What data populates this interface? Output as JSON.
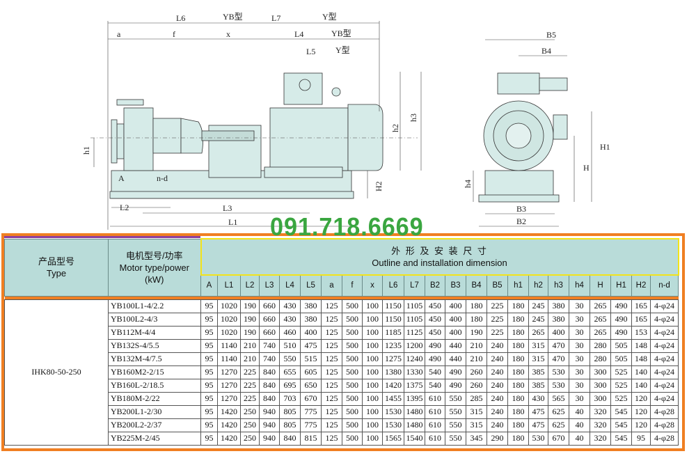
{
  "drawing": {
    "labels": {
      "L6": "L6",
      "yb1": "YB型",
      "L7": "L7",
      "y1": "Y型",
      "a": "a",
      "f": "f",
      "x": "x",
      "L4": "L4",
      "yb2": "YB型",
      "L5": "L5",
      "y2": "Y型",
      "h1": "h1",
      "h2": "h2",
      "h3": "h3",
      "A": "A",
      "nd": "n-d",
      "H2": "H2",
      "L2": "L2",
      "L3": "L3",
      "L1": "L1",
      "B5": "B5",
      "B4": "B4",
      "h4": "h4",
      "H1": "H1",
      "H": "H",
      "B3": "B3",
      "B2": "B2"
    }
  },
  "watermark_phone": "091.718.6669",
  "table": {
    "header": {
      "type_cn": "产品型号",
      "type_en": "Type",
      "motor_cn": "电机型号/功率",
      "motor_en": "Motor type/power",
      "motor_unit": "(kW)",
      "dims_cn": "外 形 及 安 装 尺 寸",
      "dims_en": "Outline and installation dimension",
      "columns": [
        "A",
        "L1",
        "L2",
        "L3",
        "L4",
        "L5",
        "a",
        "f",
        "x",
        "L6",
        "L7",
        "B2",
        "B3",
        "B4",
        "B5",
        "h1",
        "h2",
        "h3",
        "h4",
        "H",
        "H1",
        "H2",
        "n-d"
      ]
    },
    "product_type": "IHK80-50-250",
    "rows": [
      {
        "motor": "YB100L1-4/2.2",
        "v": [
          "95",
          "1020",
          "190",
          "660",
          "430",
          "380",
          "125",
          "500",
          "100",
          "1150",
          "1105",
          "450",
          "400",
          "180",
          "225",
          "180",
          "245",
          "380",
          "30",
          "265",
          "490",
          "165",
          "4-φ24"
        ]
      },
      {
        "motor": "YB100L2-4/3",
        "v": [
          "95",
          "1020",
          "190",
          "660",
          "430",
          "380",
          "125",
          "500",
          "100",
          "1150",
          "1105",
          "450",
          "400",
          "180",
          "225",
          "180",
          "245",
          "380",
          "30",
          "265",
          "490",
          "165",
          "4-φ24"
        ]
      },
      {
        "motor": "YB112M-4/4",
        "v": [
          "95",
          "1020",
          "190",
          "660",
          "460",
          "400",
          "125",
          "500",
          "100",
          "1185",
          "1125",
          "450",
          "400",
          "190",
          "225",
          "180",
          "265",
          "400",
          "30",
          "265",
          "490",
          "153",
          "4-φ24"
        ]
      },
      {
        "motor": "YB132S-4/5.5",
        "v": [
          "95",
          "1140",
          "210",
          "740",
          "510",
          "475",
          "125",
          "500",
          "100",
          "1235",
          "1200",
          "490",
          "440",
          "210",
          "240",
          "180",
          "315",
          "470",
          "30",
          "280",
          "505",
          "148",
          "4-φ24"
        ]
      },
      {
        "motor": "YB132M-4/7.5",
        "v": [
          "95",
          "1140",
          "210",
          "740",
          "550",
          "515",
          "125",
          "500",
          "100",
          "1275",
          "1240",
          "490",
          "440",
          "210",
          "240",
          "180",
          "315",
          "470",
          "30",
          "280",
          "505",
          "148",
          "4-φ24"
        ]
      },
      {
        "motor": "YB160M2-2/15",
        "v": [
          "95",
          "1270",
          "225",
          "840",
          "655",
          "605",
          "125",
          "500",
          "100",
          "1380",
          "1330",
          "540",
          "490",
          "260",
          "240",
          "180",
          "385",
          "530",
          "30",
          "300",
          "525",
          "140",
          "4-φ24"
        ]
      },
      {
        "motor": "YB160L-2/18.5",
        "v": [
          "95",
          "1270",
          "225",
          "840",
          "695",
          "650",
          "125",
          "500",
          "100",
          "1420",
          "1375",
          "540",
          "490",
          "260",
          "240",
          "180",
          "385",
          "530",
          "30",
          "300",
          "525",
          "140",
          "4-φ24"
        ]
      },
      {
        "motor": "YB180M-2/22",
        "v": [
          "95",
          "1270",
          "225",
          "840",
          "703",
          "670",
          "125",
          "500",
          "100",
          "1455",
          "1395",
          "610",
          "550",
          "285",
          "240",
          "180",
          "430",
          "565",
          "30",
          "300",
          "525",
          "120",
          "4-φ24"
        ]
      },
      {
        "motor": "YB200L1-2/30",
        "v": [
          "95",
          "1420",
          "250",
          "940",
          "805",
          "775",
          "125",
          "500",
          "100",
          "1530",
          "1480",
          "610",
          "550",
          "315",
          "240",
          "180",
          "475",
          "625",
          "40",
          "320",
          "545",
          "120",
          "4-φ28"
        ]
      },
      {
        "motor": "YB200L2-2/37",
        "v": [
          "95",
          "1420",
          "250",
          "940",
          "805",
          "775",
          "125",
          "500",
          "100",
          "1530",
          "1480",
          "610",
          "550",
          "315",
          "240",
          "180",
          "475",
          "625",
          "40",
          "320",
          "545",
          "120",
          "4-φ28"
        ]
      },
      {
        "motor": "YB225M-2/45",
        "v": [
          "95",
          "1420",
          "250",
          "940",
          "840",
          "815",
          "125",
          "500",
          "100",
          "1565",
          "1540",
          "610",
          "550",
          "345",
          "290",
          "180",
          "530",
          "670",
          "40",
          "320",
          "545",
          "95",
          "4-φ28"
        ]
      }
    ]
  }
}
